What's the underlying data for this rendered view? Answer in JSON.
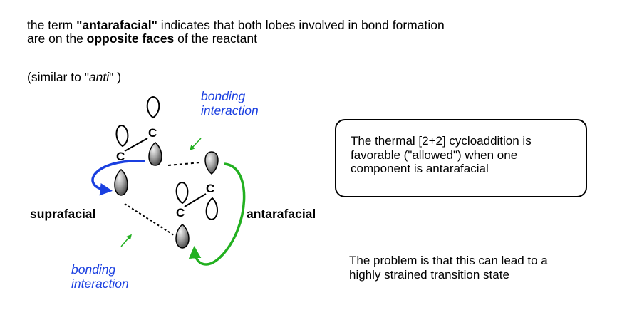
{
  "intro": {
    "line1_a": "the term ",
    "line1_term": "\"antarafacial\"",
    "line1_b": " indicates that both lobes involved in bond formation",
    "line2_a": "are on the ",
    "line2_term": "opposite faces",
    "line2_b": " of the reactant"
  },
  "similar": {
    "prefix": "(similar to \"",
    "word": "anti",
    "suffix": "\" )"
  },
  "labels": {
    "bonding_top_1": "bonding",
    "bonding_top_2": "interaction",
    "bonding_bottom_1": "bonding",
    "bonding_bottom_2": "interaction",
    "suprafacial": "suprafacial",
    "antarafacial": "antarafacial"
  },
  "atoms": {
    "c1": "C",
    "c2": "C",
    "c3": "C",
    "c4": "C"
  },
  "callout": {
    "line1": "The thermal [2+2] cycloaddition is",
    "line2": "favorable (\"allowed\") when one",
    "line3": "component is antarafacial"
  },
  "problem": {
    "line1": "The problem is that this can lead to a",
    "line2": "highly strained transition state"
  },
  "colors": {
    "blue": "#1a3fe0",
    "green": "#22b020",
    "lobe_dark": "#555555"
  }
}
